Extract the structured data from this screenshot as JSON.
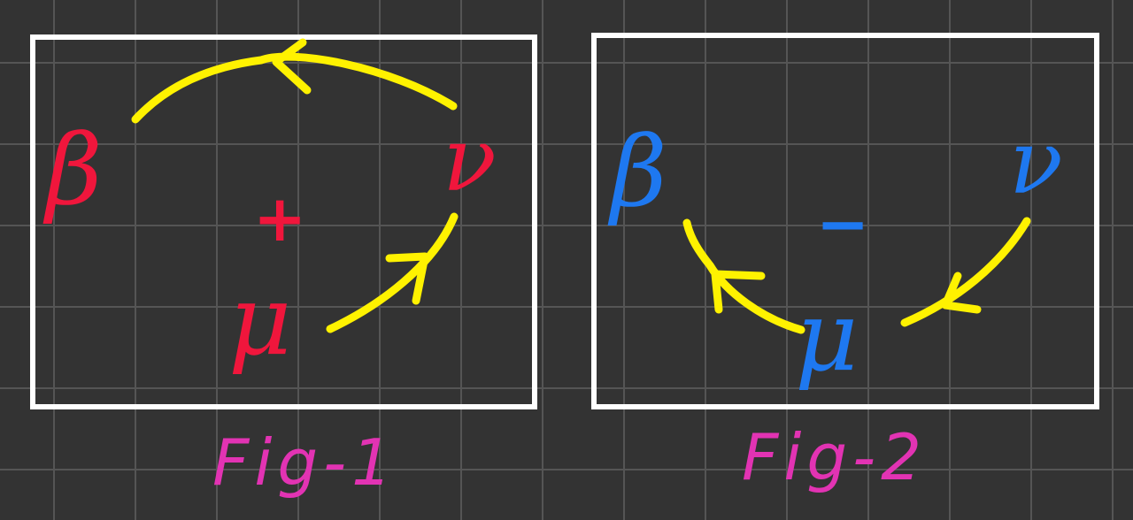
{
  "colors": {
    "background": "#333333",
    "grid": "#555555",
    "frame": "#ffffff",
    "arrow": "#fff200",
    "fig1_symbols": "#f0163c",
    "fig2_symbols": "#1e78f0",
    "caption": "#e233b3"
  },
  "fig1": {
    "caption": "Fig-1",
    "sign": "+",
    "beta": "β",
    "nu": "ν",
    "mu": "μ"
  },
  "fig2": {
    "caption": "Fig-2",
    "sign": "−",
    "beta": "β",
    "nu": "ν",
    "mu": "μ"
  }
}
